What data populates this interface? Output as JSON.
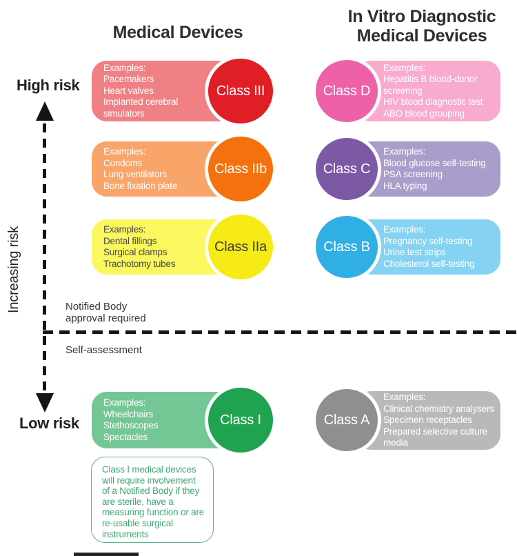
{
  "titles": {
    "left": "Medical Devices",
    "right_line1": "In Vitro Diagnostic",
    "right_line2": "Medical Devices"
  },
  "axis": {
    "high_label": "High risk",
    "low_label": "Low risk",
    "increasing_label": "Increasing risk",
    "color": "#151515"
  },
  "divider": {
    "above_label": "Notified Body approval required",
    "below_label": "Self-assessment"
  },
  "rows": [
    {
      "label": "Class III",
      "examples_heading": "Examples:",
      "items": [
        "Pacemakers",
        "Heart valves",
        "Implanted cerebral simulators"
      ],
      "colors": {
        "circle": "#e01e26",
        "box": "#ef8185",
        "circle_text": "#ffffff",
        "box_text": "#ffffff"
      }
    },
    {
      "label": "Class D",
      "examples_heading": "Examples:",
      "items": [
        "Hepatitis B blood-donor screening",
        "HIV blood diagnostic test",
        "ABO blood grouping"
      ],
      "colors": {
        "circle": "#ee61a9",
        "box": "#f8abce",
        "circle_text": "#ffffff",
        "box_text": "#ffffff"
      }
    },
    {
      "label": "Class IIb",
      "examples_heading": "Examples:",
      "items": [
        "Condoms",
        "Lung ventilators",
        "Bone fixation plate"
      ],
      "colors": {
        "circle": "#f4710d",
        "box": "#f9a468",
        "circle_text": "#ffffff",
        "box_text": "#ffffff"
      }
    },
    {
      "label": "Class C",
      "examples_heading": "Examples:",
      "items": [
        "Blood glucose self-testing",
        "PSA screening",
        "HLA typing"
      ],
      "colors": {
        "circle": "#7c59a5",
        "box": "#aa9ccb",
        "circle_text": "#ffffff",
        "box_text": "#ffffff"
      }
    },
    {
      "label": "Class IIa",
      "examples_heading": "Examples:",
      "items": [
        "Dental fillings",
        "Surgical clamps",
        "Trachotomy tubes"
      ],
      "colors": {
        "circle": "#f6eb16",
        "box": "#fbf85f",
        "circle_text": "#3c3c3c",
        "box_text": "#474747"
      }
    },
    {
      "label": "Class B",
      "examples_heading": "Examples:",
      "items": [
        "Pregnancy self-testing",
        "Urine test strips",
        "Cholesterol self-testing"
      ],
      "colors": {
        "circle": "#2fafe3",
        "box": "#85d2f3",
        "circle_text": "#ffffff",
        "box_text": "#ffffff"
      }
    },
    {
      "label": "Class I",
      "examples_heading": "Examples:",
      "items": [
        "Wheelchairs",
        "Stethoscopes",
        "Spectacles"
      ],
      "colors": {
        "circle": "#1fa351",
        "box": "#74c795",
        "circle_text": "#ffffff",
        "box_text": "#ffffff"
      }
    },
    {
      "label": "Class A",
      "examples_heading": "Examples:",
      "items": [
        "Clinical chemistry analysers",
        "Specimen receptacles",
        "Prepared selective culture media"
      ],
      "colors": {
        "circle": "#8f8f8f",
        "box": "#b9b9b9",
        "circle_text": "#ffffff",
        "box_text": "#ffffff"
      }
    }
  ],
  "note": {
    "text": "Class I medical devices will require involvement of a Notified Body if they are sterile, have a measuring function or are re-usable surgical instruments",
    "text_color": "#3fa772",
    "border_color": "#5bb386"
  }
}
